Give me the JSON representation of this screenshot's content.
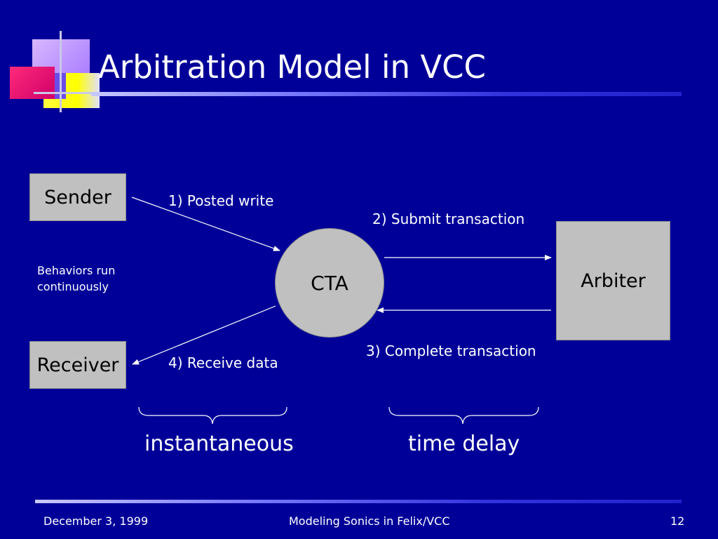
{
  "slide": {
    "title": "Arbitration Model in VCC",
    "colors": {
      "background": "#000099",
      "box_fill": "#c0c0c0",
      "logo_lavender": "#c49cff",
      "logo_magenta": "#e8006c",
      "logo_yellow": "#ffff00",
      "logo_blue": "#3030d0"
    }
  },
  "diagram": {
    "nodes": {
      "sender": "Sender",
      "receiver": "Receiver",
      "cta": "CTA",
      "arbiter": "Arbiter"
    },
    "edges": {
      "posted_write": "1) Posted write",
      "submit_transaction": "2) Submit transaction",
      "complete_transaction": "3) Complete transaction",
      "receive_data": "4) Receive data"
    },
    "note": {
      "line1": "Behaviors run",
      "line2": "continuously"
    },
    "braces": {
      "left": "instantaneous",
      "right": "time delay"
    }
  },
  "footer": {
    "date": "December 3, 1999",
    "center": "Modeling Sonics in Felix/VCC",
    "page": "12"
  }
}
